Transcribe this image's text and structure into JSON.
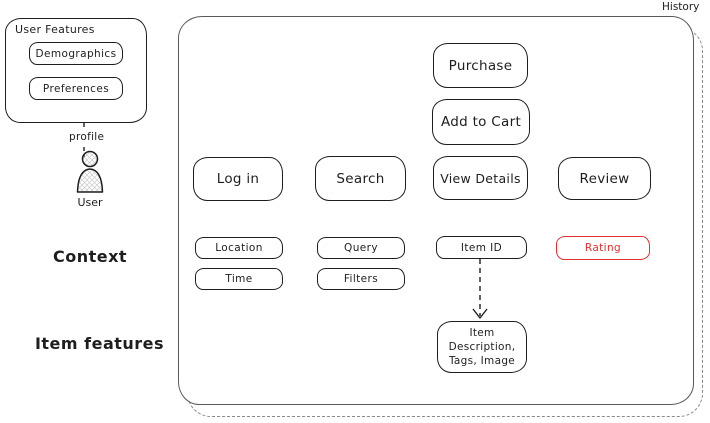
{
  "diagram": {
    "history_label": "History",
    "side_labels": {
      "context": "Context",
      "item_features": "Item features"
    },
    "user_panel": {
      "title": "User Features",
      "demographics": "Demographics",
      "preferences": "Preferences",
      "profile_label": "profile",
      "user_label": "User"
    },
    "action_nodes": {
      "purchase": "Purchase",
      "add_to_cart": "Add to Cart",
      "log_in": "Log in",
      "search": "Search",
      "view_details": "View Details",
      "review": "Review"
    },
    "feature_nodes": {
      "location": "Location",
      "time": "Time",
      "query": "Query",
      "filters": "Filters",
      "item_id": "Item ID",
      "rating": "Rating"
    },
    "item_description_node": {
      "line1": "Item",
      "line2": "Description,",
      "line3": "Tags, Image"
    },
    "colors": {
      "node_stroke": "#1e1e1e",
      "container_stroke": "#5a5a5a",
      "ghost_dashed": "#8a8a8a",
      "accent_red": "#e03131"
    }
  }
}
